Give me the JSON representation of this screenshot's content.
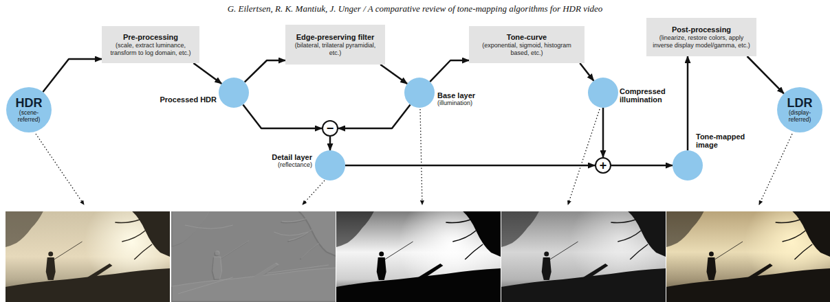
{
  "diagram": {
    "title": "G. Eilertsen, R. K. Mantiuk, J. Unger / A comparative review of tone-mapping algorithms for HDR video",
    "nodes": [
      {
        "text": [
          "HDR",
          "(scene-referred)"
        ]
      },
      {
        "text": [
          "Pre-processing",
          "(scale, extract luminance, transform to log domain, etc.)"
        ]
      },
      {
        "text": [
          "Processed HDR"
        ]
      },
      {
        "text": [
          "Edge-preserving filter",
          "(bilateral, trilateral pyramidial, etc.)"
        ]
      },
      {
        "text": [
          "Base layer",
          "(illumination)"
        ]
      },
      {
        "text": [
          "Tone-curve",
          "(exponential, sigmoid, histogram based, etc.)"
        ]
      },
      {
        "text": [
          "Compressed illumination"
        ]
      },
      {
        "text": [
          "Post-processing",
          "(linearize, restore colors, apply inverse display model/gamma, etc.)"
        ]
      },
      {
        "text": [
          "LDR",
          "(display-referred)"
        ]
      },
      {
        "text": [
          "−"
        ]
      },
      {
        "text": [
          "Detail layer",
          "(reflectance)"
        ]
      },
      {
        "text": [
          "+"
        ]
      },
      {
        "text": [
          "Tone-mapped image"
        ]
      }
    ],
    "edges": [
      {
        "from": 0,
        "to": 1,
        "arrow": "to"
      },
      {
        "from": 1,
        "to": 2,
        "arrow": "to"
      },
      {
        "from": 2,
        "to": 3,
        "arrow": "to"
      },
      {
        "from": 3,
        "to": 4,
        "arrow": "to"
      },
      {
        "from": 4,
        "to": 5,
        "arrow": "to"
      },
      {
        "from": 5,
        "to": 6,
        "arrow": "to"
      },
      {
        "from": 2,
        "to": 9,
        "arrow": "to"
      },
      {
        "from": 4,
        "to": 9,
        "arrow": "to"
      },
      {
        "from": 9,
        "to": 10,
        "arrow": "to"
      },
      {
        "from": 10,
        "to": 11,
        "arrow": "to"
      },
      {
        "from": 6,
        "to": 11,
        "arrow": "to"
      },
      {
        "from": 11,
        "to": 12,
        "arrow": "to"
      },
      {
        "from": 12,
        "to": 7,
        "arrow": "to"
      },
      {
        "from": 7,
        "to": 8,
        "arrow": "to"
      }
    ]
  }
}
